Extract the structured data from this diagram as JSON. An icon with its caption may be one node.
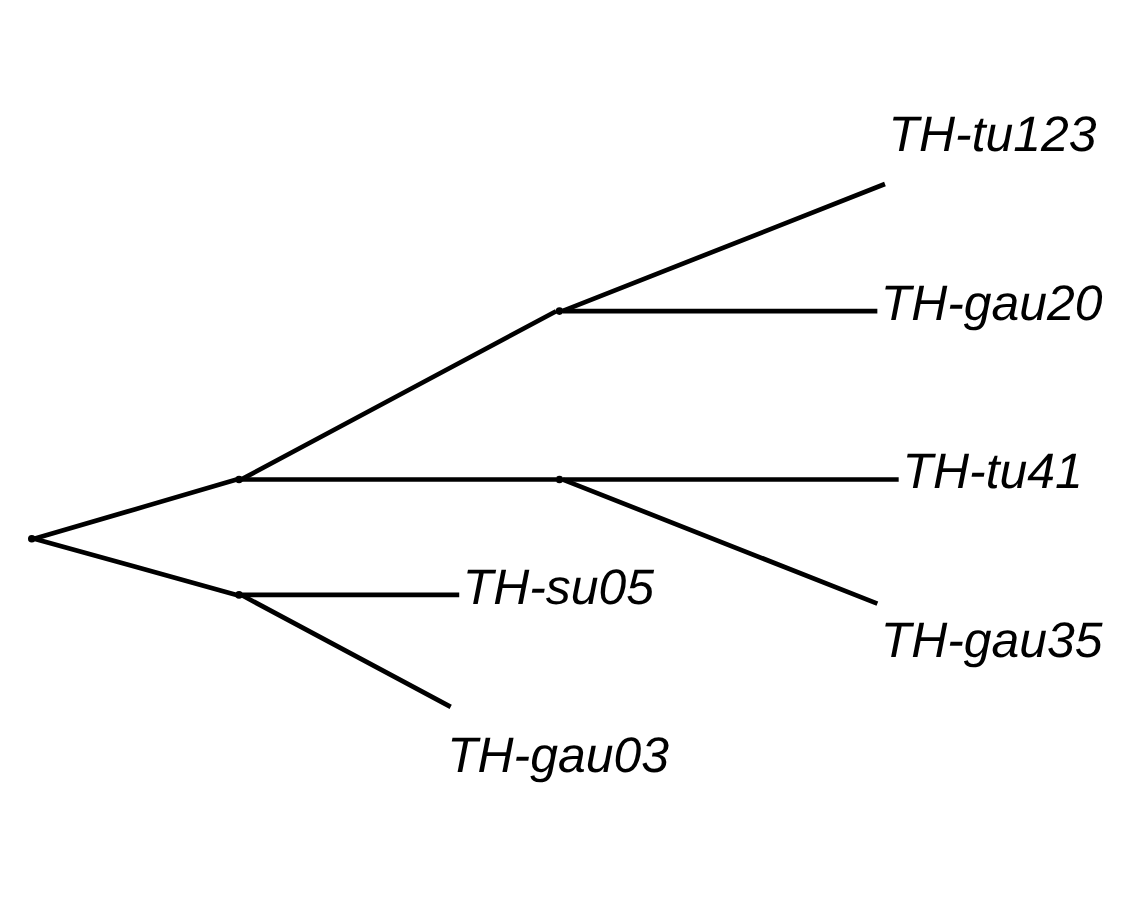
{
  "diagram": {
    "nodes": [
      {
        "text": [],
        "shape": "point"
      },
      {
        "text": [],
        "shape": "point"
      },
      {
        "text": [],
        "shape": "point"
      },
      {
        "text": [
          "TH-tu123"
        ]
      },
      {
        "text": [
          "TH-gau20"
        ]
      },
      {
        "text": [],
        "shape": "point"
      },
      {
        "text": [
          "TH-tu41"
        ]
      },
      {
        "text": [
          "TH-gau35"
        ]
      },
      {
        "text": [],
        "shape": "point"
      },
      {
        "text": [
          "TH-su05"
        ]
      },
      {
        "text": [
          "TH-gau03"
        ]
      }
    ],
    "edges": [
      {
        "from": 0,
        "to": 1,
        "arrow": "none"
      },
      {
        "from": 1,
        "to": 2,
        "arrow": "none"
      },
      {
        "from": 2,
        "to": 3,
        "arrow": "none"
      },
      {
        "from": 2,
        "to": 4,
        "arrow": "none"
      },
      {
        "from": 1,
        "to": 5,
        "arrow": "none"
      },
      {
        "from": 5,
        "to": 6,
        "arrow": "none"
      },
      {
        "from": 5,
        "to": 7,
        "arrow": "none"
      },
      {
        "from": 0,
        "to": 8,
        "arrow": "none"
      },
      {
        "from": 8,
        "to": 9,
        "arrow": "none"
      },
      {
        "from": 8,
        "to": 10,
        "arrow": "none"
      }
    ]
  }
}
